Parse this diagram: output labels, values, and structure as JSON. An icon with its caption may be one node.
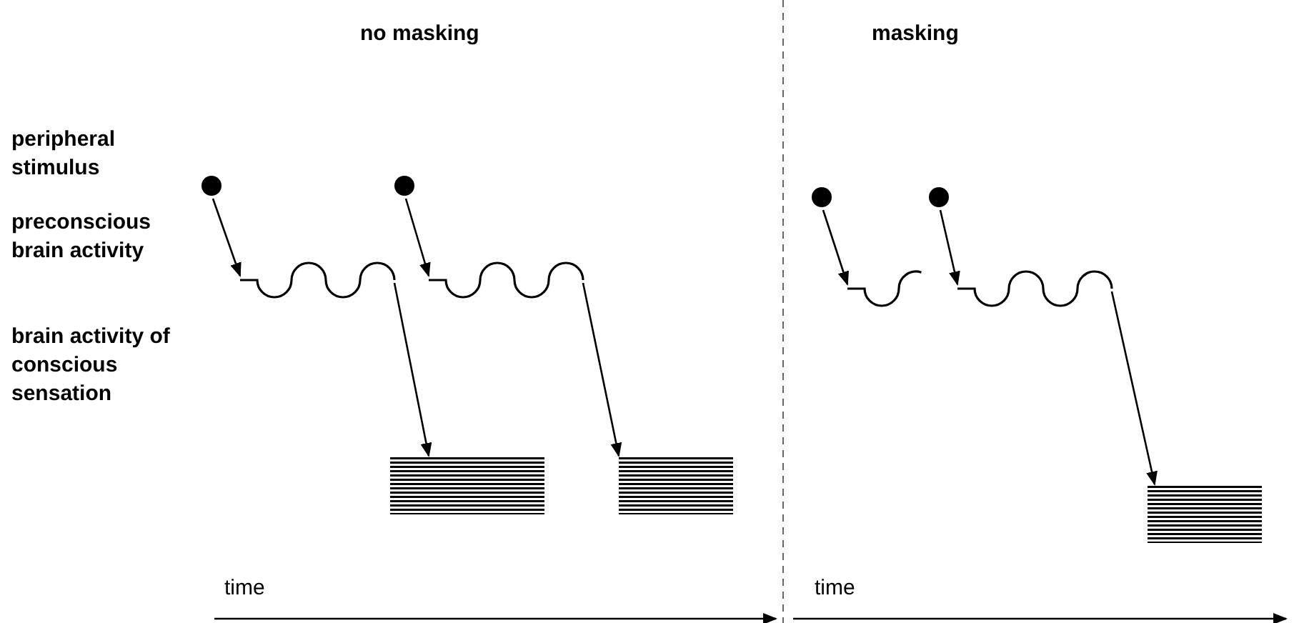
{
  "diagram": {
    "nodes": [
      {
        "text": [],
        "shape": "circle"
      },
      {
        "text": [],
        "shape": "circle"
      },
      {
        "text": [],
        "shape": "circle"
      },
      {
        "text": [],
        "shape": "circle"
      },
      {
        "text": [],
        "shape": "wave"
      },
      {
        "text": [],
        "shape": "wave"
      },
      {
        "text": [],
        "shape": "wave"
      },
      {
        "text": [],
        "shape": "wave"
      },
      {
        "text": [],
        "shape": "bar"
      },
      {
        "text": [],
        "shape": "bar"
      },
      {
        "text": [],
        "shape": "bar"
      }
    ],
    "edges": [
      {
        "from": 0,
        "to": 4,
        "arrow": "to"
      },
      {
        "from": 1,
        "to": 5,
        "arrow": "to"
      },
      {
        "from": 2,
        "to": 6,
        "arrow": "to"
      },
      {
        "from": 3,
        "to": 7,
        "arrow": "to"
      },
      {
        "from": 4,
        "to": 8,
        "arrow": "to"
      },
      {
        "from": 5,
        "to": 9,
        "arrow": "to"
      },
      {
        "from": 7,
        "to": 10,
        "arrow": "to"
      }
    ],
    "labels": [
      "no masking",
      "masking",
      "peripheral stimulus",
      "preconscious brain activity",
      "brain activity of conscious sensation",
      "time",
      "time"
    ]
  }
}
